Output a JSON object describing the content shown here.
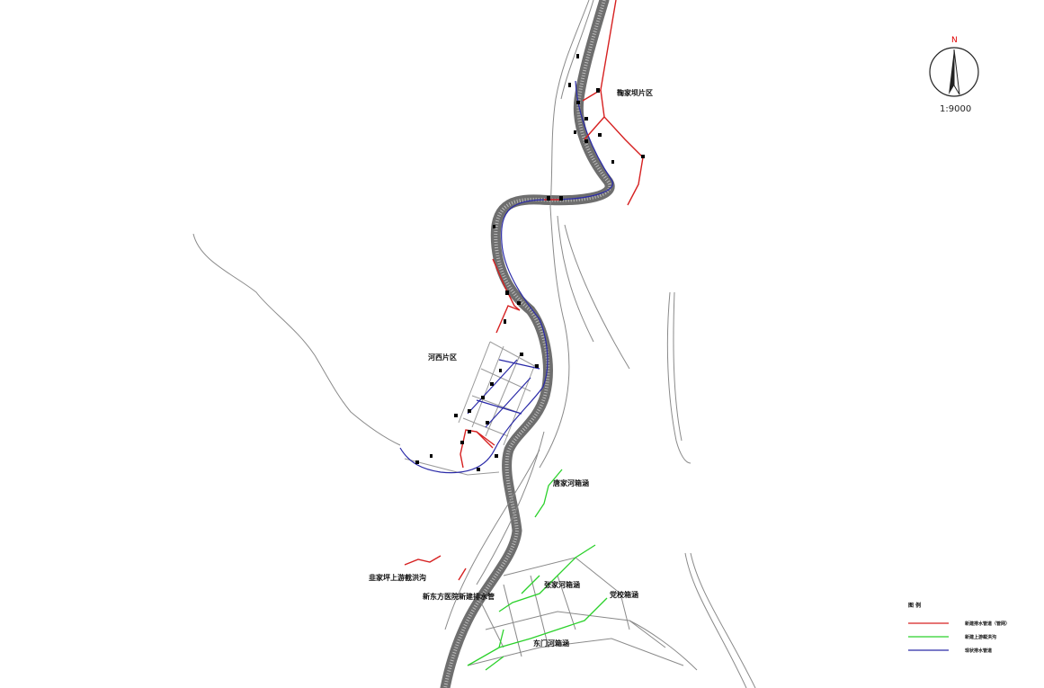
{
  "map": {
    "north_label": "N",
    "scale_label": "1:9000",
    "colors": {
      "river": "#6e6e6e",
      "road": "#8a8a8a",
      "red_line": "#d62020",
      "green_line": "#2bd12b",
      "blue_line": "#2a2aa8",
      "marker": "#000000"
    },
    "labels": {
      "district_north": "鞠家坝片区",
      "district_west": "河西片区",
      "culvert_1": "唐家河箱涵",
      "flood_ditch": "韭家坪上游截洪沟",
      "new_drain": "新东方医院新建排水管",
      "culvert_2": "张家河箱涵",
      "culvert_3": "党校箱涵",
      "culvert_4": "东门河箱涵"
    }
  },
  "legend": {
    "title": "图 例",
    "items": [
      {
        "label": "新建排水管道（管网）",
        "color": "#d62020"
      },
      {
        "label": "新建上游截洪沟",
        "color": "#2bd12b"
      },
      {
        "label": "现状排水管道",
        "color": "#2a2aa8"
      }
    ]
  }
}
